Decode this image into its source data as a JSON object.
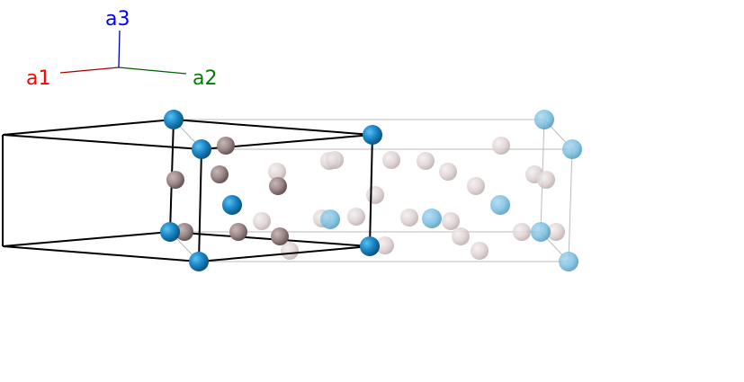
{
  "axes": {
    "a1": {
      "label": "a1",
      "color": "#ff0000",
      "line_color": "#aa0000"
    },
    "a2": {
      "label": "a2",
      "color": "#008000",
      "line_color": "#006000"
    },
    "a3": {
      "label": "a3",
      "color": "#0000ff",
      "line_color": "#0000aa"
    }
  },
  "colors": {
    "atom_blue": "#1b87c8",
    "atom_brown": "#9c8888",
    "atom_light": "#d8cccc",
    "cell_edge": "#000000",
    "ghost_edge": "#bbbbbb"
  }
}
